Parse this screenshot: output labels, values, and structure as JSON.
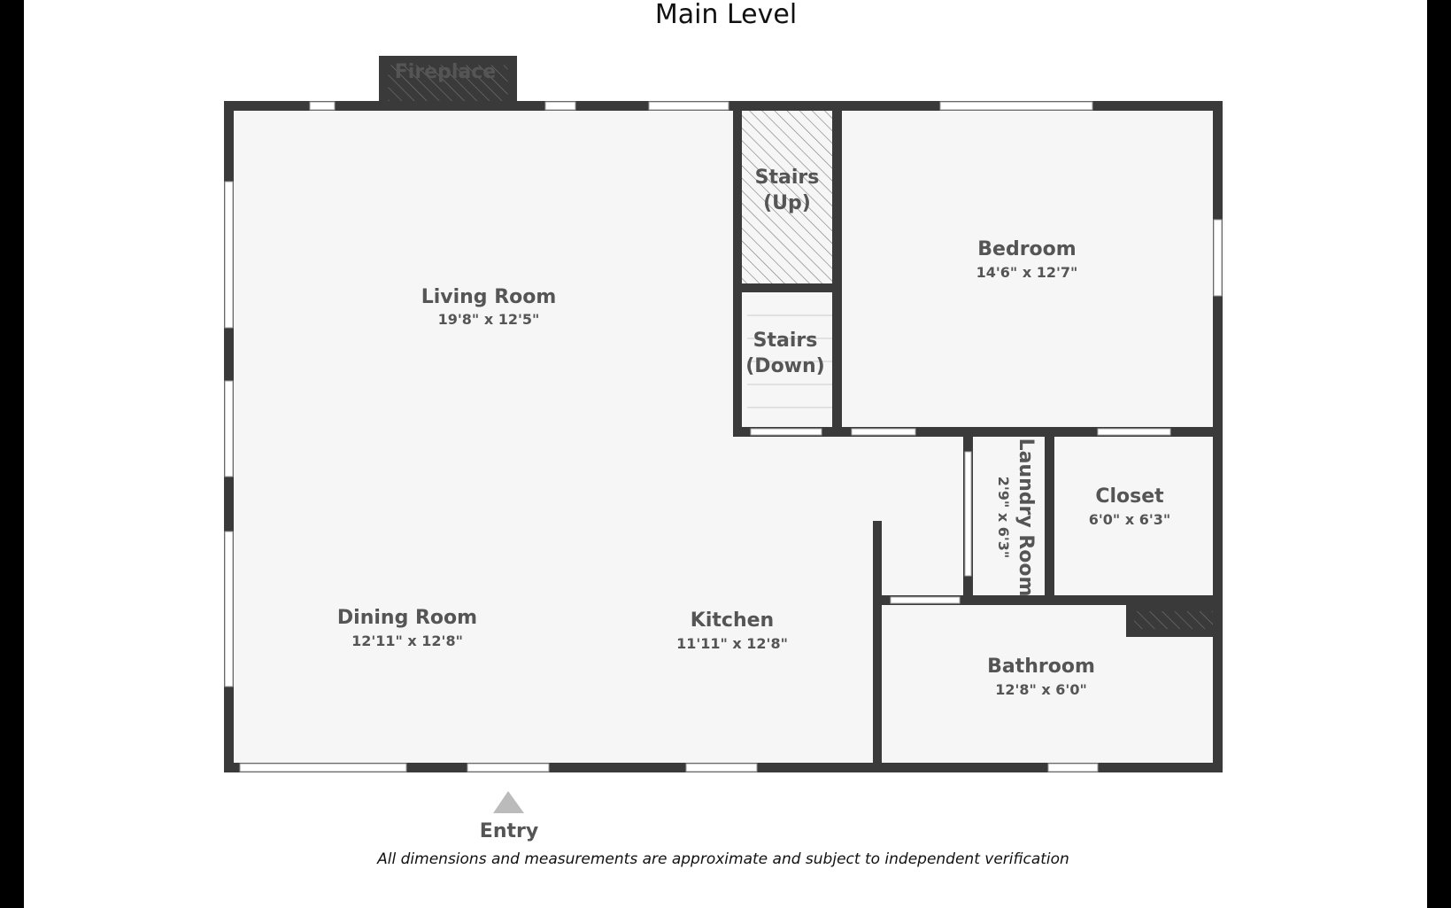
{
  "title": "Main Level",
  "disclaimer": "All dimensions and measurements are approximate and subject to independent verification",
  "entry_label": "Entry",
  "colors": {
    "wall": "#3a3a3a",
    "floor": "#f6f6f6",
    "text": "#555555",
    "hatch": "#777777",
    "entry_arrow": "#bbbbbb"
  },
  "rooms": {
    "fireplace": {
      "name": "Fireplace"
    },
    "stairs_up": {
      "line1": "Stairs",
      "line2": "(Up)"
    },
    "stairs_down": {
      "line1": "Stairs",
      "line2": "(Down)"
    },
    "living": {
      "name": "Living Room",
      "dims": "19'8\" x 12'5\""
    },
    "bedroom": {
      "name": "Bedroom",
      "dims": "14'6\" x 12'7\""
    },
    "laundry": {
      "name": "Laundry Room",
      "dims": "2'9\" x 6'3\""
    },
    "closet": {
      "name": "Closet",
      "dims": "6'0\" x 6'3\""
    },
    "dining": {
      "name": "Dining Room",
      "dims": "12'11\" x 12'8\""
    },
    "kitchen": {
      "name": "Kitchen",
      "dims": "11'11\" x 12'8\""
    },
    "bathroom": {
      "name": "Bathroom",
      "dims": "12'8\" x 6'0\""
    }
  }
}
